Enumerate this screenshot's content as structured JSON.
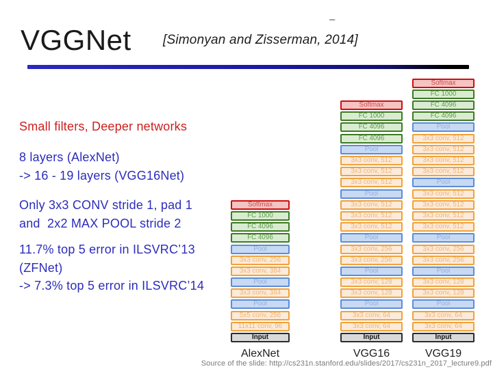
{
  "header": {
    "title": "VGGNet",
    "citation": "[Simonyan and Zisserman, 2014]",
    "dash": "–"
  },
  "notes": {
    "heading": "Small filters, Deeper networks",
    "para1": [
      "8 layers (AlexNet)",
      "-> 16 - 19 layers (VGG16Net)"
    ],
    "para2": [
      "Only 3x3 CONV stride 1, pad 1",
      "and  2x2 MAX POOL stride 2"
    ],
    "para3": [
      "11.7% top 5 error in ILSVRC’13",
      "(ZFNet)",
      "-> 7.3% top 5 error in ILSVRC’14"
    ]
  },
  "columns": [
    {
      "name": "AlexNet",
      "layers": [
        {
          "type": "softmax",
          "label": "Softmax"
        },
        {
          "type": "fc",
          "label": "FC 1000"
        },
        {
          "type": "fc",
          "label": "FC 4096"
        },
        {
          "type": "fc",
          "label": "FC 4096"
        },
        {
          "type": "pool",
          "label": "Pool"
        },
        {
          "type": "conv",
          "label": "3x3 conv, 256"
        },
        {
          "type": "conv",
          "label": "3x3 conv, 384"
        },
        {
          "type": "pool",
          "label": "Pool"
        },
        {
          "type": "conv",
          "label": "3x3 conv, 384"
        },
        {
          "type": "pool",
          "label": "Pool"
        },
        {
          "type": "conv",
          "label": "5x5 conv, 256"
        },
        {
          "type": "conv",
          "label": "11x11 conv, 96"
        },
        {
          "type": "input",
          "label": "Input"
        }
      ]
    },
    {
      "name": "VGG16",
      "layers": [
        {
          "type": "softmax",
          "label": "Softmax"
        },
        {
          "type": "fc",
          "label": "FC 1000"
        },
        {
          "type": "fc",
          "label": "FC 4096"
        },
        {
          "type": "fc",
          "label": "FC 4096"
        },
        {
          "type": "pool",
          "label": "Pool"
        },
        {
          "type": "conv",
          "label": "3x3 conv, 512"
        },
        {
          "type": "conv",
          "label": "3x3 conv, 512"
        },
        {
          "type": "conv",
          "label": "3x3 conv, 512"
        },
        {
          "type": "pool",
          "label": "Pool"
        },
        {
          "type": "conv",
          "label": "3x3 conv, 512"
        },
        {
          "type": "conv",
          "label": "3x3 conv, 512"
        },
        {
          "type": "conv",
          "label": "3x3 conv, 512"
        },
        {
          "type": "pool",
          "label": "Pool"
        },
        {
          "type": "conv",
          "label": "3x3 conv, 256"
        },
        {
          "type": "conv",
          "label": "3x3 conv, 256"
        },
        {
          "type": "pool",
          "label": "Pool"
        },
        {
          "type": "conv",
          "label": "3x3 conv, 128"
        },
        {
          "type": "conv",
          "label": "3x3 conv, 128"
        },
        {
          "type": "pool",
          "label": "Pool"
        },
        {
          "type": "conv",
          "label": "3x3 conv, 64"
        },
        {
          "type": "conv",
          "label": "3x3 conv, 64"
        },
        {
          "type": "input",
          "label": "Input"
        }
      ]
    },
    {
      "name": "VGG19",
      "layers": [
        {
          "type": "softmax",
          "label": "Softmax"
        },
        {
          "type": "fc",
          "label": "FC 1000"
        },
        {
          "type": "fc",
          "label": "FC 4096"
        },
        {
          "type": "fc",
          "label": "FC 4096"
        },
        {
          "type": "pool",
          "label": "Pool"
        },
        {
          "type": "conv",
          "label": "3x3 conv, 512"
        },
        {
          "type": "conv",
          "label": "3x3 conv, 512"
        },
        {
          "type": "conv",
          "label": "3x3 conv, 512"
        },
        {
          "type": "conv",
          "label": "3x3 conv, 512"
        },
        {
          "type": "pool",
          "label": "Pool"
        },
        {
          "type": "conv",
          "label": "3x3 conv, 512"
        },
        {
          "type": "conv",
          "label": "3x3 conv, 512"
        },
        {
          "type": "conv",
          "label": "3x3 conv, 512"
        },
        {
          "type": "conv",
          "label": "3x3 conv, 512"
        },
        {
          "type": "pool",
          "label": "Pool"
        },
        {
          "type": "conv",
          "label": "3x3 conv, 256"
        },
        {
          "type": "conv",
          "label": "3x3 conv, 256"
        },
        {
          "type": "pool",
          "label": "Pool"
        },
        {
          "type": "conv",
          "label": "3x3 conv, 128"
        },
        {
          "type": "conv",
          "label": "3x3 conv, 128"
        },
        {
          "type": "pool",
          "label": "Pool"
        },
        {
          "type": "conv",
          "label": "3x3 conv, 64"
        },
        {
          "type": "conv",
          "label": "3x3 conv, 64"
        },
        {
          "type": "input",
          "label": "Input"
        }
      ]
    }
  ],
  "footer": {
    "source": "Source of the slide: http://cs231n.stanford.edu/slides/2017/cs231n_2017_lecture9.pdf"
  },
  "colors": {
    "note-red": "#cc2020",
    "note-blue": "#2c2cba",
    "softmax-fill": "#f5c3c1",
    "softmax-border": "#cc0e0e",
    "softmax-text": "#cf4a4a",
    "fc-fill": "#d9ecd2",
    "fc-border": "#3d7a22",
    "fc-text": "#5e9c49",
    "pool-fill": "#c7d9f3",
    "pool-border": "#5d8cd6",
    "pool-text": "#92afdf",
    "conv-fill": "#fceada",
    "conv-border": "#efa23b",
    "conv-text": "#f2b470",
    "input-fill": "#d9d9d9",
    "input-border": "#2b2b2b",
    "input-text": "#111111"
  }
}
